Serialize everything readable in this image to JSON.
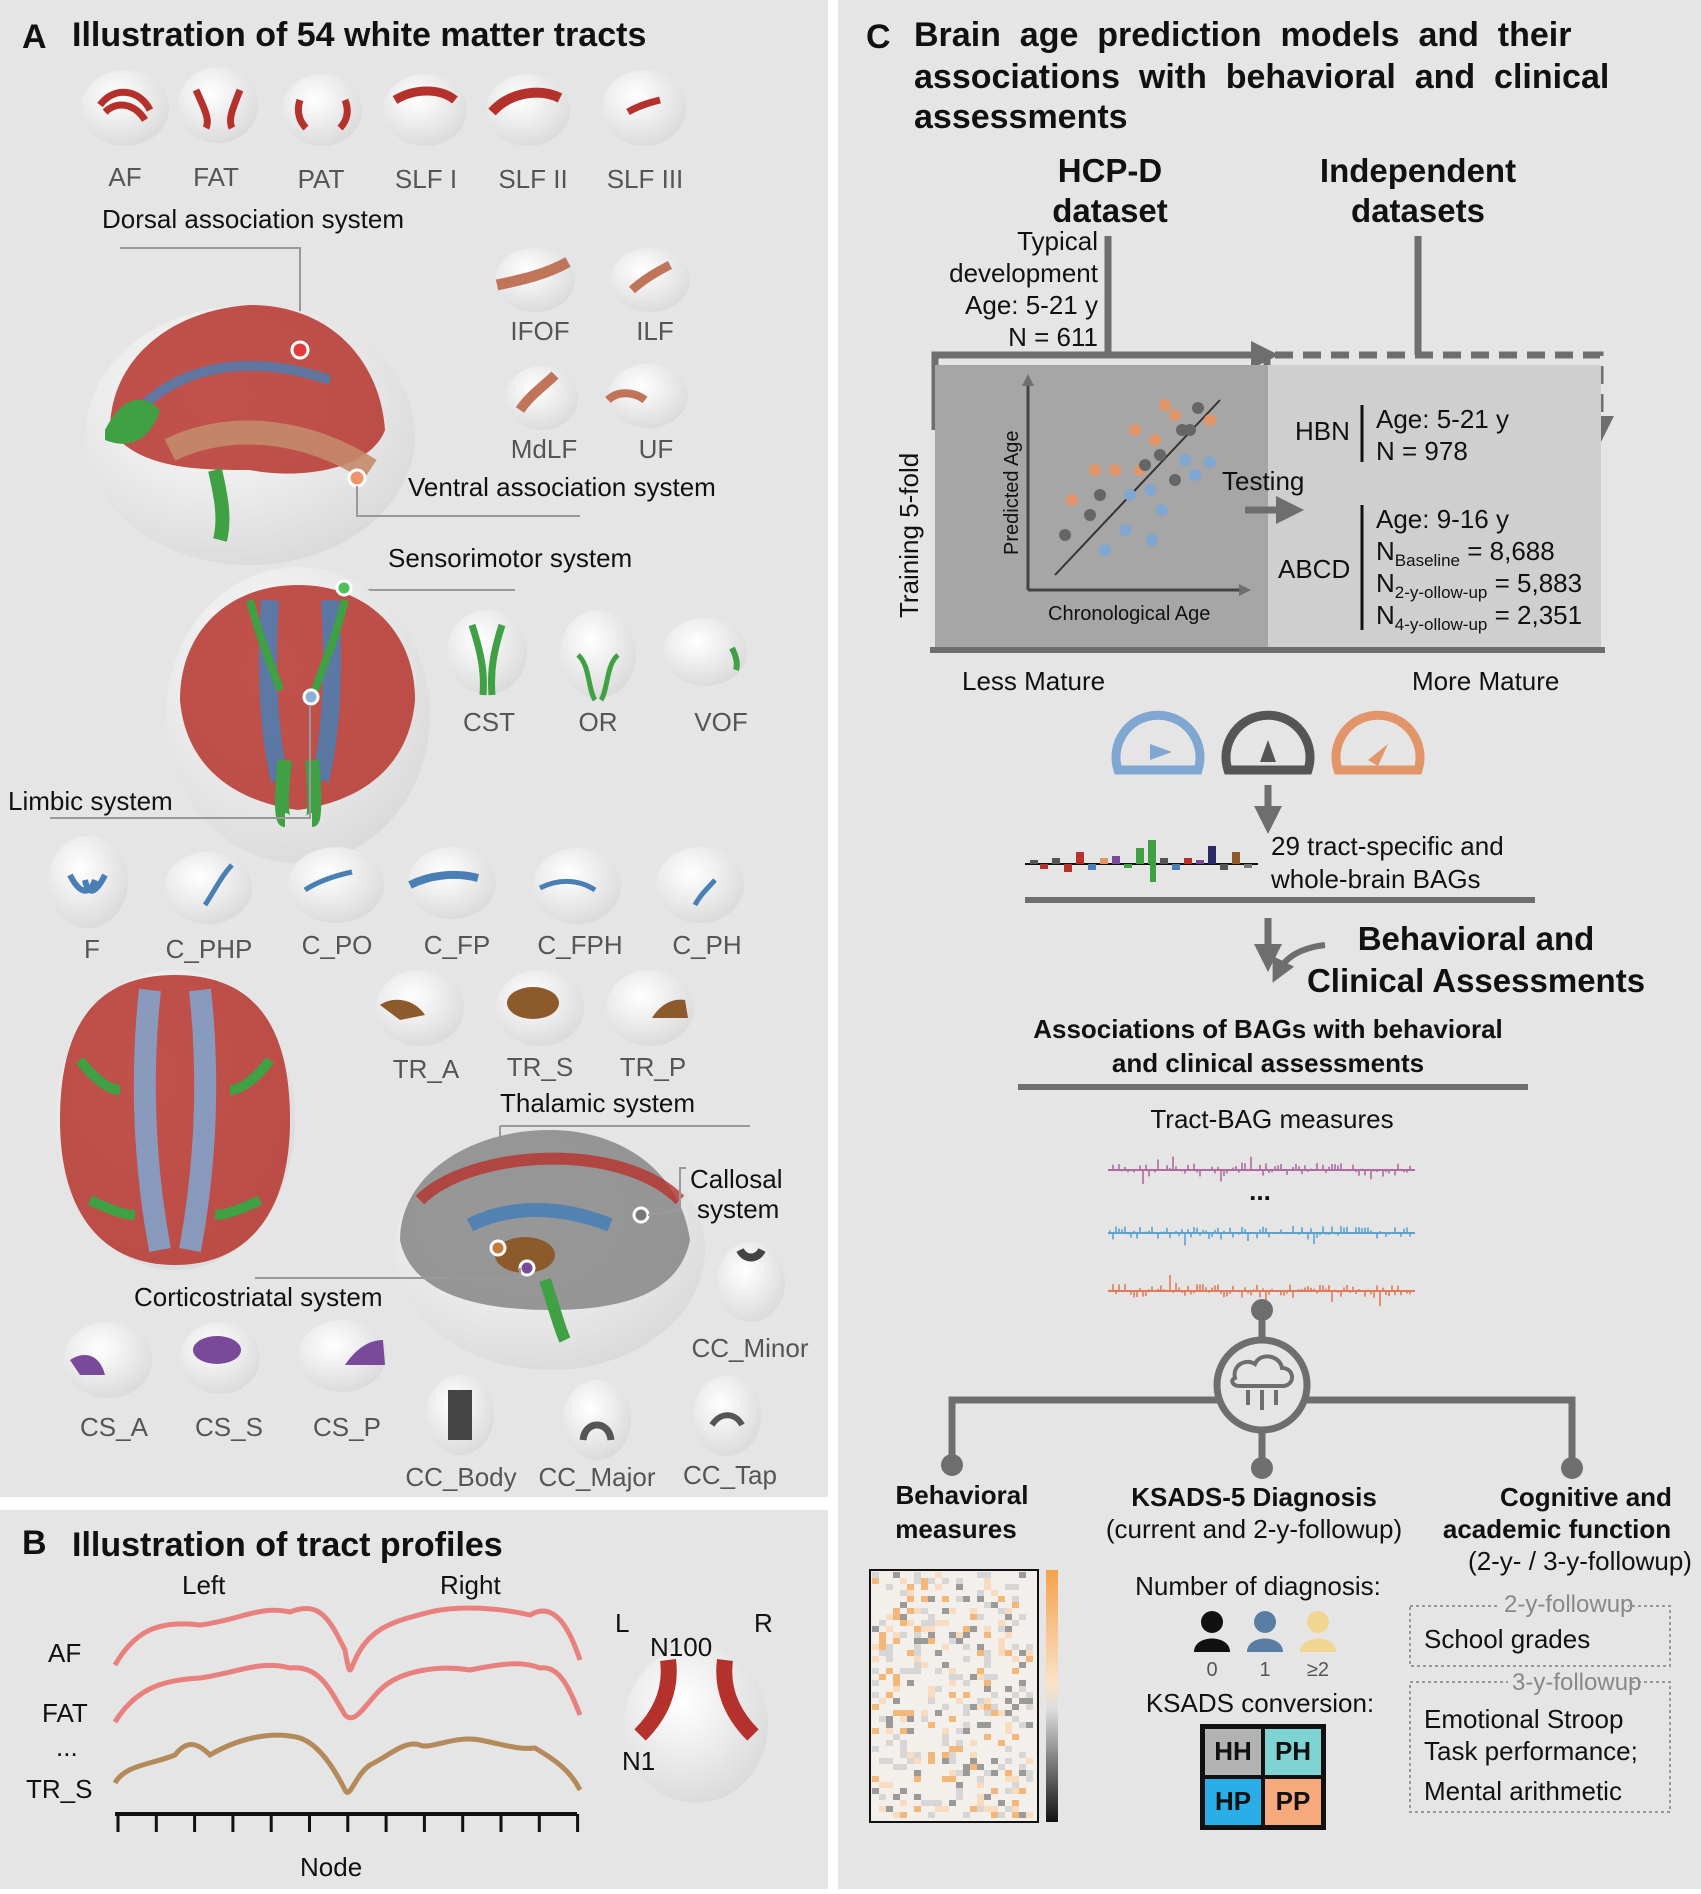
{
  "panel_a": {
    "letter": "A",
    "title": "Illustration of 54 white matter tracts",
    "dorsal": [
      "AF",
      "FAT",
      "PAT",
      "SLF I",
      "SLF II",
      "SLF III"
    ],
    "dorsal_label": "Dorsal association system",
    "ventral": [
      "IFOF",
      "ILF",
      "MdLF",
      "UF"
    ],
    "ventral_label": "Ventral association system",
    "sensorimotor_label": "Sensorimotor system",
    "sensorimotor": [
      "CST",
      "OR",
      "VOF"
    ],
    "limbic_label": "Limbic system",
    "limbic": [
      "F",
      "C_PHP",
      "C_PO",
      "C_FP",
      "C_FPH",
      "C_PH"
    ],
    "thalamic": [
      "TR_A",
      "TR_S",
      "TR_P"
    ],
    "thalamic_label": "Thalamic system",
    "callosal_label_1": "Callosal",
    "callosal_label_2": "system",
    "corticostriatal_label": "Corticostriatal system",
    "cc_minor": "CC_Minor",
    "cs": [
      "CS_A",
      "CS_S",
      "CS_P"
    ],
    "cc": [
      "CC_Body",
      "CC_Major",
      "CC_Tap"
    ]
  },
  "panel_b": {
    "letter": "B",
    "title": "Illustration of tract profiles",
    "left": "Left",
    "right": "Right",
    "rows": [
      "AF",
      "FAT",
      "...",
      "TR_S"
    ],
    "xlabel": "Node",
    "l": "L",
    "r": "R",
    "n100": "N100",
    "n1": "N1"
  },
  "panel_c": {
    "letter": "C",
    "title_1": "Brain  age  prediction  models  and  their",
    "title_2": "associations  with  behavioral  and  clinical",
    "title_3": "assessments",
    "hcpd_1": "HCP-D",
    "hcpd_2": "dataset",
    "indep_1": "Independent",
    "indep_2": "datasets",
    "typical_1": "Typical",
    "typical_2": "development",
    "typical_3": "Age: 5-21 y",
    "typical_4": "N = 611",
    "training": "Training 5-fold",
    "predicted_age": "Predicted Age",
    "chron_age": "Chronological Age",
    "testing": "Testing",
    "hbn": "HBN",
    "hbn_age": "Age: 5-21 y",
    "hbn_n": "N = 978",
    "abcd": "ABCD",
    "abcd_age": "Age: 9-16 y",
    "n_letter": "N",
    "baseline_sub": "Baseline",
    "baseline_val": " = 8,688",
    "fu2_sub": "2-y-ollow-up",
    "fu2_val": " = 5,883",
    "fu4_sub": "4-y-ollow-up",
    "fu4_val": " = 2,351",
    "less_mature": "Less Mature",
    "more_mature": "More Mature",
    "bags_1": "29 tract-specific and",
    "bags_2": "whole-brain BAGs",
    "behav_clin_1": "Behavioral and",
    "behav_clin_2": "Clinical Assessments",
    "assoc_1": "Associations of BAGs with behavioral",
    "assoc_2": "and clinical assessments",
    "tract_bag": "Tract-BAG measures",
    "dots": "...",
    "behav_meas_1": "Behavioral",
    "behav_meas_2": "measures",
    "ksads_1": "KSADS-5 Diagnosis",
    "ksads_2": "(current and 2-y-followup)",
    "cog_1": "Cognitive and",
    "cog_2": "academic function",
    "cog_3": "(2-y- / 3-y-followup)",
    "num_diag": "Number of diagnosis:",
    "diag_counts": [
      "0",
      "1",
      "≥2"
    ],
    "ksads_conv": "KSADS conversion:",
    "grid": [
      "HH",
      "PH",
      "HP",
      "PP"
    ],
    "fu2_box": "2-y-followup",
    "school": "School grades",
    "fu3_box": "3-y-followup",
    "stroop_1": "Emotional Stroop",
    "stroop_2": "Task performance;",
    "mental": "Mental arithmetic"
  },
  "colors": {
    "tract_red": "#b5322c",
    "tract_blue": "#4a7fb5",
    "tract_green": "#3fa044",
    "tract_brown": "#8c5a2b",
    "tract_purple": "#7a4a9a",
    "profile_pink": "#e8807e",
    "profile_brown": "#b58a5a",
    "gauge_blue": "#7fa7d1",
    "gauge_gray": "#555555",
    "gauge_orange": "#e3956a",
    "grid_hh": "#b3b3b3",
    "grid_ph": "#7fd3d3",
    "grid_hp": "#29aee8",
    "grid_pp": "#f5a97c"
  }
}
